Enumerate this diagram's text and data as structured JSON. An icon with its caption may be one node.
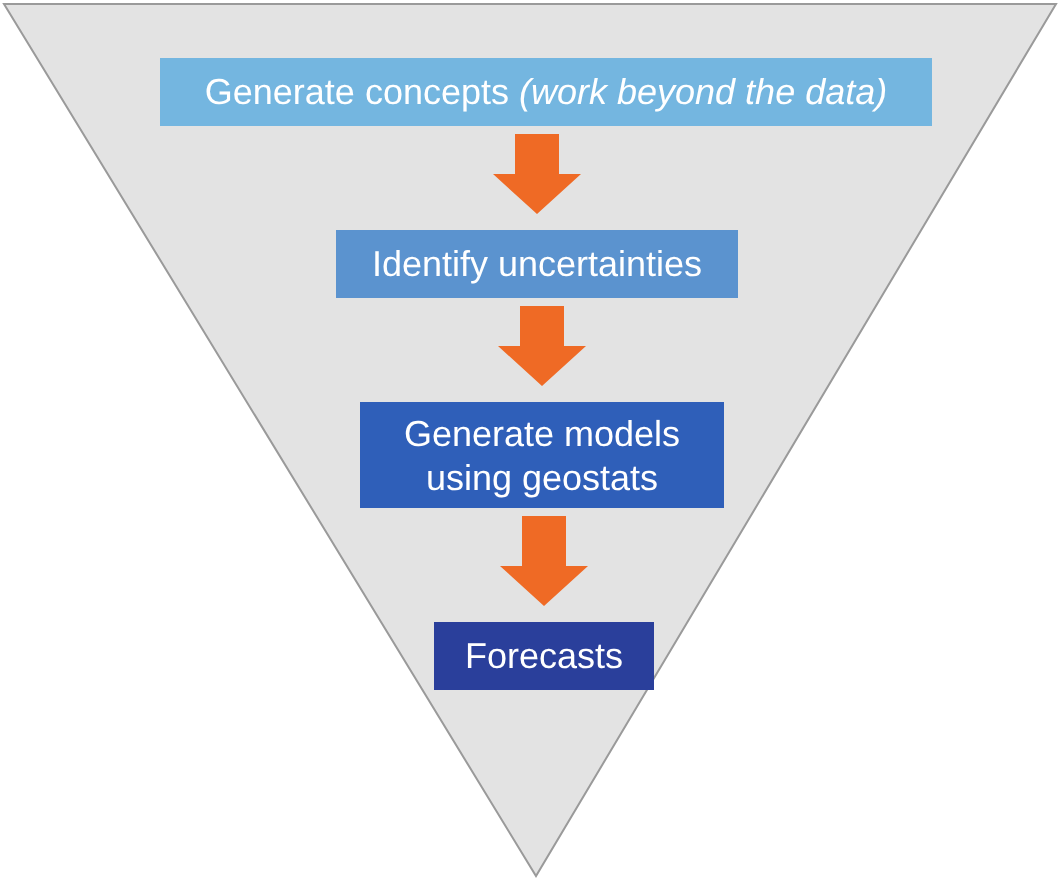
{
  "diagram": {
    "nodes": [
      {
        "text": [],
        "shape": "triangle"
      },
      {
        "text": [
          "Generate concepts *(work beyond the data)*"
        ],
        "in": 0
      },
      {
        "text": [
          "Identify uncertainties"
        ],
        "in": 0
      },
      {
        "text": [
          "Generate models using geostats"
        ],
        "in": 0
      },
      {
        "text": [
          "Forecasts"
        ],
        "in": 0
      }
    ],
    "edges": [
      {
        "from": 1,
        "to": 2,
        "arrow": "to"
      },
      {
        "from": 2,
        "to": 3,
        "arrow": "to"
      },
      {
        "from": 3,
        "to": 4,
        "arrow": "to"
      }
    ]
  }
}
